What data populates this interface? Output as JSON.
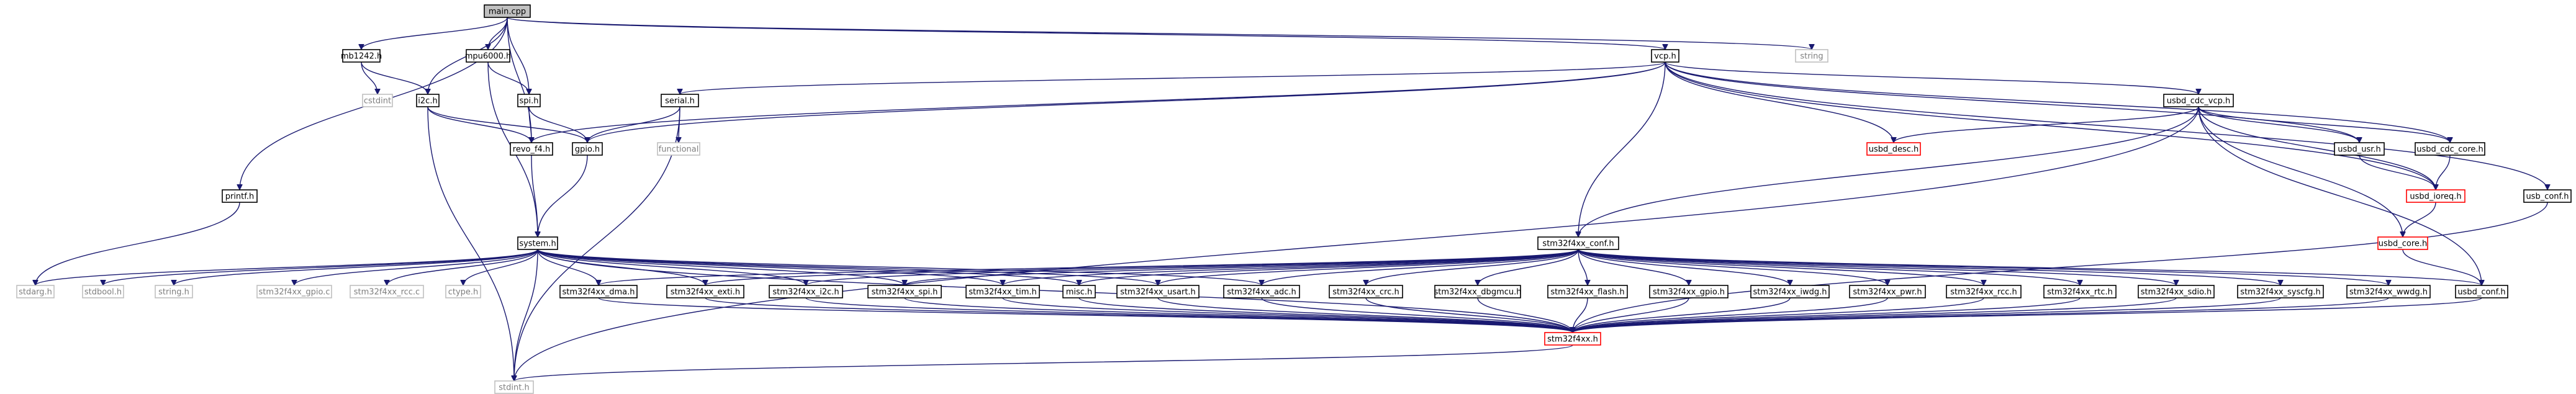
{
  "diagram": {
    "colors": {
      "edge": "#191970",
      "arrow": "#191970",
      "root_fill": "#c0c0c0",
      "red_border": "#ff0000",
      "system_text": "#7f7f7f",
      "system_border": "#bfbfbf"
    },
    "nodes": {
      "main_cpp": {
        "label": "main.cpp",
        "style": "gray"
      },
      "mb1242_h": {
        "label": "mb1242.h",
        "style": "normal"
      },
      "mpu6000_h": {
        "label": "mpu6000.h",
        "style": "normal"
      },
      "vcp_h": {
        "label": "vcp.h",
        "style": "normal"
      },
      "string": {
        "label": "string",
        "style": "sys"
      },
      "cstdint": {
        "label": "cstdint",
        "style": "sys"
      },
      "i2c_h": {
        "label": "i2c.h",
        "style": "normal"
      },
      "spi_h": {
        "label": "spi.h",
        "style": "normal"
      },
      "serial_h": {
        "label": "serial.h",
        "style": "normal"
      },
      "functional": {
        "label": "functional",
        "style": "sys"
      },
      "revo_f4_h": {
        "label": "revo_f4.h",
        "style": "normal"
      },
      "gpio_h": {
        "label": "gpio.h",
        "style": "normal"
      },
      "printf_h": {
        "label": "printf.h",
        "style": "normal"
      },
      "usbd_cdc_vcp_h": {
        "label": "usbd_cdc_vcp.h",
        "style": "normal"
      },
      "usbd_desc_h": {
        "label": "usbd_desc.h",
        "style": "red"
      },
      "usbd_usr_h": {
        "label": "usbd_usr.h",
        "style": "normal"
      },
      "usbd_cdc_core_h": {
        "label": "usbd_cdc_core.h",
        "style": "normal"
      },
      "usbd_ioreq_h": {
        "label": "usbd_ioreq.h",
        "style": "red"
      },
      "usb_conf_h": {
        "label": "usb_conf.h",
        "style": "normal"
      },
      "usbd_core_h": {
        "label": "usbd_core.h",
        "style": "red"
      },
      "system_h": {
        "label": "system.h",
        "style": "normal"
      },
      "stm32f4xx_conf_h": {
        "label": "stm32f4xx_conf.h",
        "style": "normal"
      },
      "stdarg_h": {
        "label": "stdarg.h",
        "style": "sys"
      },
      "stdbool_h": {
        "label": "stdbool.h",
        "style": "sys"
      },
      "string_h": {
        "label": "string.h",
        "style": "sys"
      },
      "stm32f4xx_gpio_c": {
        "label": "stm32f4xx_gpio.c",
        "style": "sys"
      },
      "stm32f4xx_rcc_c": {
        "label": "stm32f4xx_rcc.c",
        "style": "sys"
      },
      "ctype_h": {
        "label": "ctype.h",
        "style": "sys"
      },
      "stm32f4xx_dma_h": {
        "label": "stm32f4xx_dma.h",
        "style": "normal"
      },
      "stm32f4xx_exti_h": {
        "label": "stm32f4xx_exti.h",
        "style": "normal"
      },
      "stm32f4xx_i2c_h": {
        "label": "stm32f4xx_i2c.h",
        "style": "normal"
      },
      "stm32f4xx_spi_h": {
        "label": "stm32f4xx_spi.h",
        "style": "normal"
      },
      "stm32f4xx_tim_h": {
        "label": "stm32f4xx_tim.h",
        "style": "normal"
      },
      "misc_h": {
        "label": "misc.h",
        "style": "normal"
      },
      "stm32f4xx_usart_h": {
        "label": "stm32f4xx_usart.h",
        "style": "normal"
      },
      "stm32f4xx_adc_h": {
        "label": "stm32f4xx_adc.h",
        "style": "normal"
      },
      "stm32f4xx_crc_h": {
        "label": "stm32f4xx_crc.h",
        "style": "normal"
      },
      "stm32f4xx_dbgmcu_h": {
        "label": "stm32f4xx_dbgmcu.h",
        "style": "normal"
      },
      "stm32f4xx_flash_h": {
        "label": "stm32f4xx_flash.h",
        "style": "normal"
      },
      "stm32f4xx_gpio_h": {
        "label": "stm32f4xx_gpio.h",
        "style": "normal"
      },
      "stm32f4xx_iwdg_h": {
        "label": "stm32f4xx_iwdg.h",
        "style": "normal"
      },
      "stm32f4xx_pwr_h": {
        "label": "stm32f4xx_pwr.h",
        "style": "normal"
      },
      "stm32f4xx_rcc_h": {
        "label": "stm32f4xx_rcc.h",
        "style": "normal"
      },
      "stm32f4xx_rtc_h": {
        "label": "stm32f4xx_rtc.h",
        "style": "normal"
      },
      "stm32f4xx_sdio_h": {
        "label": "stm32f4xx_sdio.h",
        "style": "normal"
      },
      "stm32f4xx_syscfg_h": {
        "label": "stm32f4xx_syscfg.h",
        "style": "normal"
      },
      "stm32f4xx_wwdg_h": {
        "label": "stm32f4xx_wwdg.h",
        "style": "normal"
      },
      "usbd_conf_h": {
        "label": "usbd_conf.h",
        "style": "normal"
      },
      "stm32f4xx_h": {
        "label": "stm32f4xx.h",
        "style": "red"
      },
      "stdint_h": {
        "label": "stdint.h",
        "style": "sys"
      }
    },
    "edges": [
      [
        "main_cpp",
        "mb1242_h"
      ],
      [
        "main_cpp",
        "mpu6000_h"
      ],
      [
        "main_cpp",
        "vcp_h"
      ],
      [
        "main_cpp",
        "string"
      ],
      [
        "main_cpp",
        "i2c_h"
      ],
      [
        "main_cpp",
        "spi_h"
      ],
      [
        "main_cpp",
        "revo_f4_h"
      ],
      [
        "main_cpp",
        "printf_h"
      ],
      [
        "mb1242_h",
        "cstdint"
      ],
      [
        "mb1242_h",
        "i2c_h"
      ],
      [
        "mpu6000_h",
        "spi_h"
      ],
      [
        "mpu6000_h",
        "system_h"
      ],
      [
        "i2c_h",
        "revo_f4_h"
      ],
      [
        "i2c_h",
        "gpio_h"
      ],
      [
        "i2c_h",
        "stdint_h"
      ],
      [
        "spi_h",
        "revo_f4_h"
      ],
      [
        "spi_h",
        "gpio_h"
      ],
      [
        "vcp_h",
        "serial_h"
      ],
      [
        "vcp_h",
        "revo_f4_h"
      ],
      [
        "vcp_h",
        "gpio_h"
      ],
      [
        "vcp_h",
        "usbd_cdc_vcp_h"
      ],
      [
        "vcp_h",
        "usbd_desc_h"
      ],
      [
        "vcp_h",
        "usbd_usr_h"
      ],
      [
        "vcp_h",
        "usbd_cdc_core_h"
      ],
      [
        "vcp_h",
        "usbd_ioreq_h"
      ],
      [
        "vcp_h",
        "usb_conf_h"
      ],
      [
        "vcp_h",
        "stm32f4xx_conf_h"
      ],
      [
        "serial_h",
        "functional"
      ],
      [
        "serial_h",
        "gpio_h"
      ],
      [
        "serial_h",
        "stdint_h"
      ],
      [
        "revo_f4_h",
        "system_h"
      ],
      [
        "gpio_h",
        "system_h"
      ],
      [
        "printf_h",
        "stdarg_h"
      ],
      [
        "usbd_cdc_vcp_h",
        "usbd_desc_h"
      ],
      [
        "usbd_cdc_vcp_h",
        "usbd_usr_h"
      ],
      [
        "usbd_cdc_vcp_h",
        "usbd_cdc_core_h"
      ],
      [
        "usbd_cdc_vcp_h",
        "usbd_ioreq_h"
      ],
      [
        "usbd_cdc_vcp_h",
        "usbd_core_h"
      ],
      [
        "usbd_cdc_vcp_h",
        "usbd_conf_h"
      ],
      [
        "usbd_cdc_vcp_h",
        "stm32f4xx_conf_h"
      ],
      [
        "usbd_cdc_vcp_h",
        "stdint_h"
      ],
      [
        "usbd_usr_h",
        "usbd_ioreq_h"
      ],
      [
        "usbd_cdc_core_h",
        "usbd_ioreq_h"
      ],
      [
        "usbd_ioreq_h",
        "usbd_core_h"
      ],
      [
        "usbd_core_h",
        "usbd_conf_h"
      ],
      [
        "usbd_conf_h",
        "stm32f4xx_h"
      ],
      [
        "usb_conf_h",
        "stm32f4xx_h"
      ],
      [
        "system_h",
        "stdarg_h"
      ],
      [
        "system_h",
        "stdbool_h"
      ],
      [
        "system_h",
        "string_h"
      ],
      [
        "system_h",
        "stm32f4xx_gpio_c"
      ],
      [
        "system_h",
        "stm32f4xx_rcc_c"
      ],
      [
        "system_h",
        "ctype_h"
      ],
      [
        "system_h",
        "stm32f4xx_dma_h"
      ],
      [
        "system_h",
        "stm32f4xx_exti_h"
      ],
      [
        "system_h",
        "stm32f4xx_i2c_h"
      ],
      [
        "system_h",
        "stm32f4xx_spi_h"
      ],
      [
        "system_h",
        "stm32f4xx_tim_h"
      ],
      [
        "system_h",
        "misc_h"
      ],
      [
        "system_h",
        "stm32f4xx_usart_h"
      ],
      [
        "system_h",
        "stm32f4xx_adc_h"
      ],
      [
        "system_h",
        "stm32f4xx_h"
      ],
      [
        "system_h",
        "stdint_h"
      ],
      [
        "stm32f4xx_conf_h",
        "stm32f4xx_dma_h"
      ],
      [
        "stm32f4xx_conf_h",
        "stm32f4xx_exti_h"
      ],
      [
        "stm32f4xx_conf_h",
        "stm32f4xx_i2c_h"
      ],
      [
        "stm32f4xx_conf_h",
        "stm32f4xx_spi_h"
      ],
      [
        "stm32f4xx_conf_h",
        "stm32f4xx_tim_h"
      ],
      [
        "stm32f4xx_conf_h",
        "misc_h"
      ],
      [
        "stm32f4xx_conf_h",
        "stm32f4xx_usart_h"
      ],
      [
        "stm32f4xx_conf_h",
        "stm32f4xx_adc_h"
      ],
      [
        "stm32f4xx_conf_h",
        "stm32f4xx_crc_h"
      ],
      [
        "stm32f4xx_conf_h",
        "stm32f4xx_dbgmcu_h"
      ],
      [
        "stm32f4xx_conf_h",
        "stm32f4xx_flash_h"
      ],
      [
        "stm32f4xx_conf_h",
        "stm32f4xx_gpio_h"
      ],
      [
        "stm32f4xx_conf_h",
        "stm32f4xx_iwdg_h"
      ],
      [
        "stm32f4xx_conf_h",
        "stm32f4xx_pwr_h"
      ],
      [
        "stm32f4xx_conf_h",
        "stm32f4xx_rcc_h"
      ],
      [
        "stm32f4xx_conf_h",
        "stm32f4xx_rtc_h"
      ],
      [
        "stm32f4xx_conf_h",
        "stm32f4xx_sdio_h"
      ],
      [
        "stm32f4xx_conf_h",
        "stm32f4xx_syscfg_h"
      ],
      [
        "stm32f4xx_conf_h",
        "stm32f4xx_wwdg_h"
      ],
      [
        "stm32f4xx_conf_h",
        "usbd_conf_h"
      ],
      [
        "stm32f4xx_dma_h",
        "stm32f4xx_h"
      ],
      [
        "stm32f4xx_exti_h",
        "stm32f4xx_h"
      ],
      [
        "stm32f4xx_i2c_h",
        "stm32f4xx_h"
      ],
      [
        "stm32f4xx_spi_h",
        "stm32f4xx_h"
      ],
      [
        "stm32f4xx_tim_h",
        "stm32f4xx_h"
      ],
      [
        "misc_h",
        "stm32f4xx_h"
      ],
      [
        "stm32f4xx_usart_h",
        "stm32f4xx_h"
      ],
      [
        "stm32f4xx_adc_h",
        "stm32f4xx_h"
      ],
      [
        "stm32f4xx_crc_h",
        "stm32f4xx_h"
      ],
      [
        "stm32f4xx_dbgmcu_h",
        "stm32f4xx_h"
      ],
      [
        "stm32f4xx_flash_h",
        "stm32f4xx_h"
      ],
      [
        "stm32f4xx_gpio_h",
        "stm32f4xx_h"
      ],
      [
        "stm32f4xx_iwdg_h",
        "stm32f4xx_h"
      ],
      [
        "stm32f4xx_pwr_h",
        "stm32f4xx_h"
      ],
      [
        "stm32f4xx_rcc_h",
        "stm32f4xx_h"
      ],
      [
        "stm32f4xx_rtc_h",
        "stm32f4xx_h"
      ],
      [
        "stm32f4xx_sdio_h",
        "stm32f4xx_h"
      ],
      [
        "stm32f4xx_syscfg_h",
        "stm32f4xx_h"
      ],
      [
        "stm32f4xx_wwdg_h",
        "stm32f4xx_h"
      ],
      [
        "stm32f4xx_h",
        "stdint_h"
      ]
    ]
  }
}
